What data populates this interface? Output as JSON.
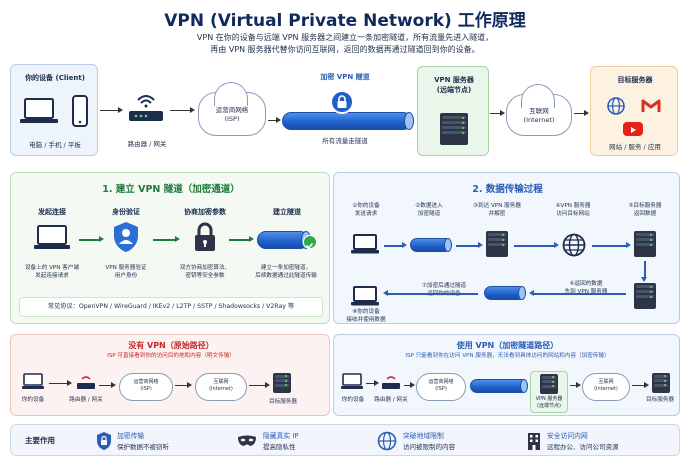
{
  "title": "VPN (Virtual Private Network) 工作原理",
  "subtitle_line1": "VPN 在你的设备与远端 VPN 服务器之间建立一条加密隧道，所有流量先进入隧道，",
  "subtitle_line2": "再由 VPN 服务器代替你访问互联网，返回的数据再通过隧道回到你的设备。",
  "top": {
    "client_title": "你的设备 (Client)",
    "client_caption": "电脑 / 手机 / 平板",
    "router_caption": "路由器 / 网关",
    "isp_label": "运营商网络\n(ISP)",
    "tunnel_label": "加密 VPN 隧道",
    "tunnel_caption": "所有流量走隧道",
    "vpn_server_title": "VPN 服务器\n(远端节点)",
    "internet_label": "互联网\n(Internet)",
    "target_title": "目标服务器",
    "target_caption": "网站 / 服务 / 应用"
  },
  "sec1": {
    "title": "1. 建立 VPN 隧道（加密通道）",
    "steps": [
      {
        "title": "发起连接",
        "desc": "设备上的 VPN 客户端\n发起连接请求"
      },
      {
        "title": "身份验证",
        "desc": "VPN 服务器验证\n用户身份"
      },
      {
        "title": "协商加密参数",
        "desc": "双方协商加密算法、\n密钥等安全参数"
      },
      {
        "title": "建立隧道",
        "desc": "建立一条加密隧道，\n后续数据通过此隧道传输"
      }
    ],
    "protocols": "常见协议：OpenVPN / WireGuard / IKEv2 / L2TP / SSTP / Shadowsocks / V2Ray 等"
  },
  "sec2": {
    "title": "2. 数据传输过程",
    "steps": [
      "①你的设备\n发送请求",
      "②数据进入\n加密隧道",
      "③到达 VPN 服务器\n并解密",
      "④VPN 服务器\n访问目标网站",
      "⑤目标服务器\n返回数据",
      "⑥返回的数据\n先到 VPN 服务器",
      "⑦加密后通过隧道\n返回你的设备",
      "⑧你的设备\n接收并使用数据"
    ]
  },
  "novpn": {
    "title": "没有 VPN（原始路径）",
    "note": "ISP 可直接看到你的访问目的地和内容（明文传输）",
    "device": "你的设备",
    "router": "路由器 / 网关",
    "isp": "运营商网络\n(ISP)",
    "internet": "互联网\n(Internet)",
    "target": "目标服务器"
  },
  "withvpn": {
    "title": "使用 VPN（加密隧道路径）",
    "note": "ISP 只能看到你在访问 VPN 服务器，无法看到具体访问的网站和内容（加密传输）",
    "device": "你的设备",
    "router": "路由器 / 网关",
    "isp": "运营商网络\n(ISP)",
    "vpn": "VPN 服务器\n(远端节点)",
    "internet": "互联网\n(Internet)",
    "target": "目标服务器"
  },
  "benefits": {
    "title": "主要作用",
    "items": [
      {
        "title": "加密传输",
        "desc": "保护数据不被窃听"
      },
      {
        "title": "隐藏真实 IP",
        "desc": "提高隐私性"
      },
      {
        "title": "突破地域限制",
        "desc": "访问被限制的内容"
      },
      {
        "title": "安全访问内网",
        "desc": "远程办公、访问公司资源"
      }
    ]
  },
  "colors": {
    "title": "#0f2a5c",
    "green": "#1e7b3b",
    "blue": "#2b5cb8",
    "red": "#c62828",
    "tunnel": "#1f5fc8"
  }
}
